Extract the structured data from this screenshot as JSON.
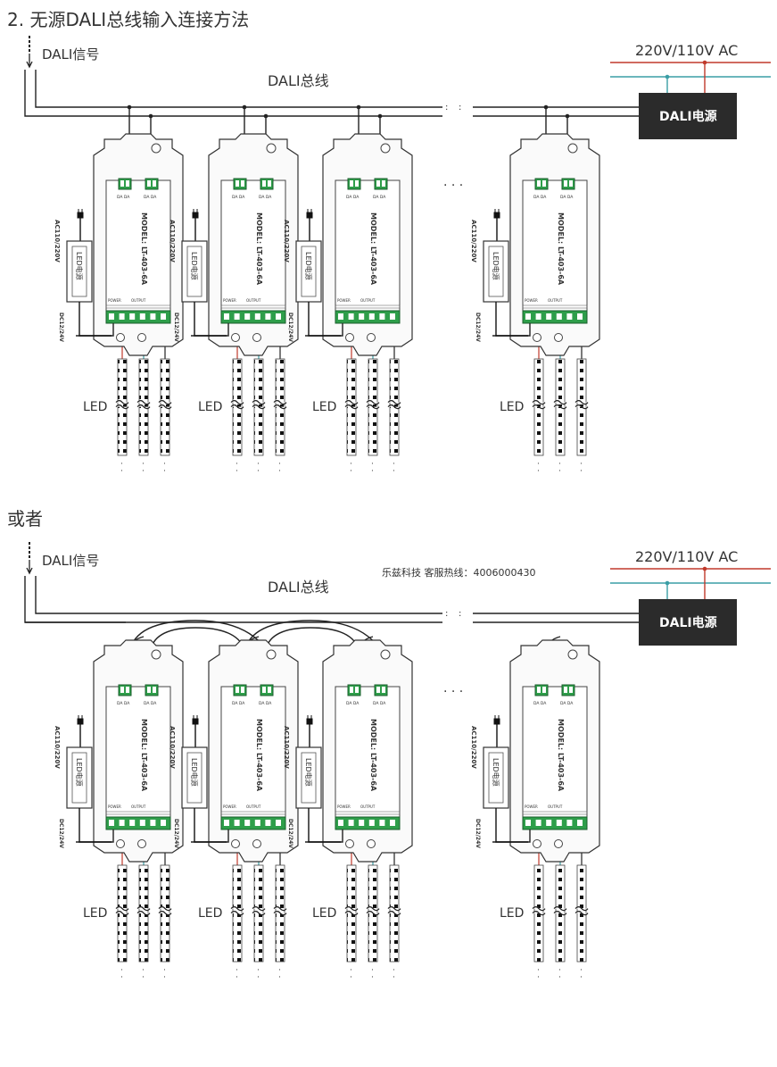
{
  "section_title": "2. 无源DALI总线输入连接方法",
  "alt_title": "或者",
  "diagram": {
    "dali_signal_label": "DALI信号",
    "dali_bus_label": "DALI总线",
    "mains_label": "220V/110V AC",
    "dali_power_label": "DALI电源",
    "ellipsis_label": "· · ·",
    "hotline": "乐兹科技 客服热线：4006000430",
    "controller": {
      "model": "MODEL: LT-403-6A",
      "ac_label": "AC110/220V",
      "dc_label": "DC12/24V",
      "led_supply_label": "LED电源",
      "terminal_marks": "DA  DA",
      "power_tag": "POWER",
      "output_tag": "OUTPUT"
    },
    "led_label": "LED",
    "colors": {
      "line": "#222222",
      "live": "#c0392b",
      "neutral": "#3a9ea5",
      "terminal": "#2e9e4a",
      "power_box": "#2b2b2b"
    }
  }
}
